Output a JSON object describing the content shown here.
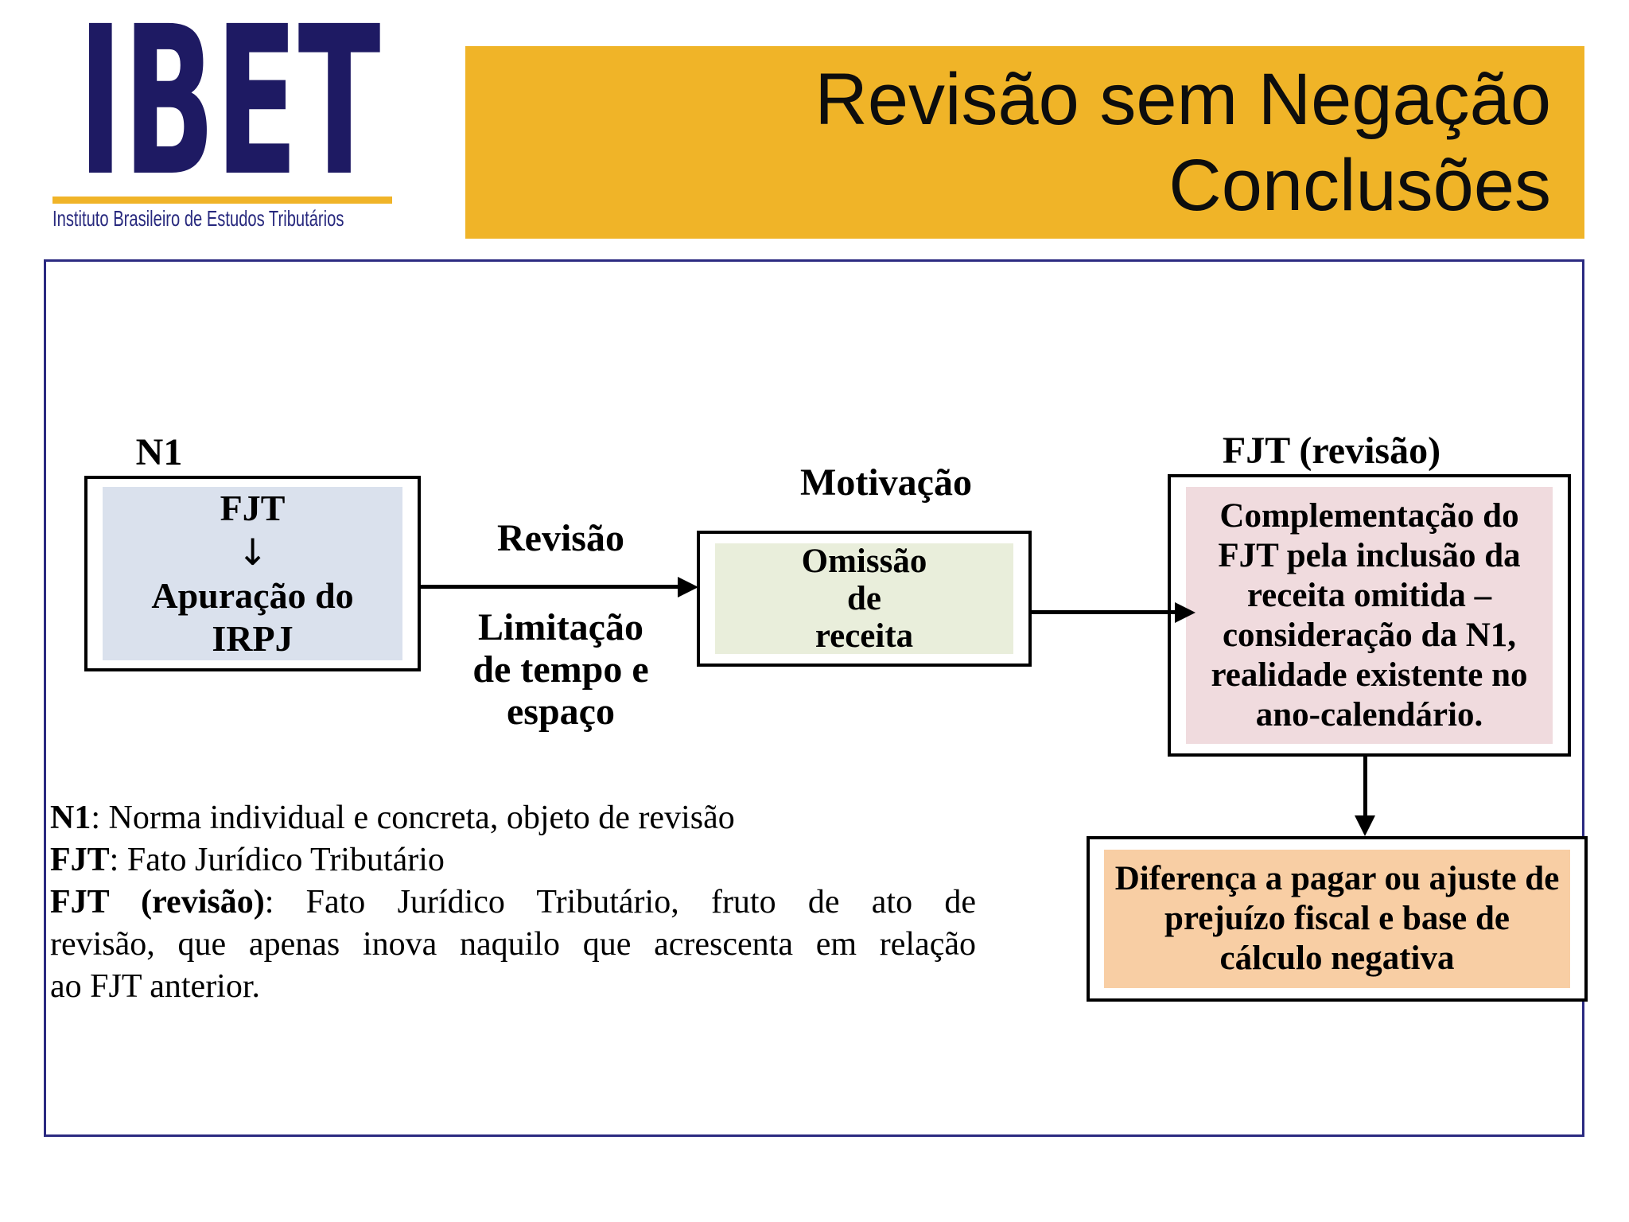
{
  "logo": {
    "acronym": "IBET",
    "subtitle": "Instituto Brasileiro de Estudos Tributários"
  },
  "banner": {
    "title_line1": "Revisão sem Negação",
    "title_line2": "Conclusões"
  },
  "colors": {
    "banner_gold": "#F0B428",
    "frame_navy": "#2B2A81",
    "logo_navy": "#1E1A63",
    "n1_box_fill": "#DAE1ED",
    "motivation_box_fill": "#E9EEDB",
    "fjt_revisao_box_fill": "#F0DBDE",
    "result_box_fill": "#F8CEA4"
  },
  "diagram": {
    "n1": {
      "label": "N1",
      "lines": [
        "FJT",
        "↓",
        "Apuração do",
        "IRPJ"
      ]
    },
    "arrow1": {
      "above": "Revisão",
      "below_lines": [
        "Limitação",
        "de tempo e",
        "espaço"
      ]
    },
    "motivation": {
      "label": "Motivação",
      "lines": [
        "Omissão",
        "de",
        "receita"
      ]
    },
    "fjt_revisao": {
      "label": "FJT (revisão)",
      "lines": [
        "Complementação do",
        "FJT pela inclusão da",
        "receita omitida –",
        "consideração da N1,",
        "realidade existente no",
        "ano-calendário."
      ]
    },
    "result": {
      "lines": [
        "Diferença a pagar ou ajuste de",
        "prejuízo fiscal e base de",
        "cálculo negativa"
      ]
    }
  },
  "legend": {
    "lines": [
      {
        "bold": "N1",
        "rest": ": Norma individual e concreta, objeto de revisão"
      },
      {
        "bold": "FJT",
        "rest": ": Fato Jurídico Tributário"
      },
      {
        "bold": "FJT (revisão)",
        "rest": ": Fato Jurídico Tributário, fruto de ato de"
      },
      {
        "bold": "",
        "rest": "revisão, que apenas inova naquilo que acrescenta em relação"
      },
      {
        "bold": "",
        "rest": "ao FJT anterior."
      }
    ]
  }
}
